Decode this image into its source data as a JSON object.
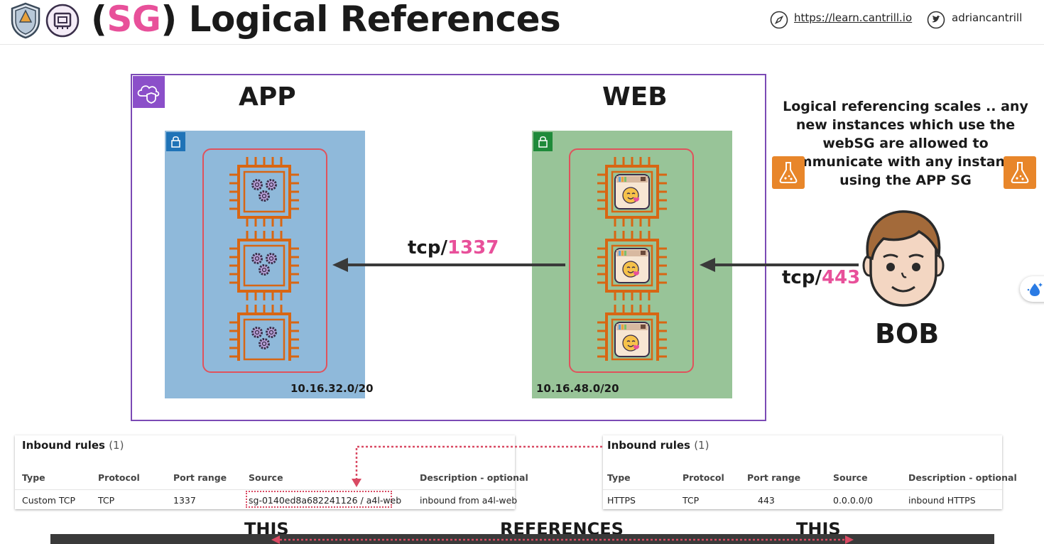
{
  "header": {
    "title_open": "(",
    "title_highlight": "SG",
    "title_rest": ") Logical References",
    "link_url": "https://learn.cantrill.io",
    "twitter_handle": "adriancantrill"
  },
  "diagram": {
    "app_label": "APP",
    "web_label": "WEB",
    "app_cidr": "10.16.32.0/20",
    "web_cidr": "10.16.48.0/20",
    "web_to_app_proto": "tcp/",
    "web_to_app_port": "1337",
    "bob_to_web_proto": "tcp/",
    "bob_to_web_port": "443",
    "bob_label": "BOB",
    "note": "Logical referencing scales .. any new instances which use the webSG are allowed to communicate with any instances using the APP SG"
  },
  "app_rules": {
    "title": "Inbound rules",
    "count": "(1)",
    "headers": [
      "Type",
      "Protocol",
      "Port range",
      "Source",
      "Description - optional"
    ],
    "row": [
      "Custom TCP",
      "TCP",
      "1337",
      "sg-0140ed8a682241126 / a4l-web",
      "inbound from a4l-web"
    ]
  },
  "web_rules": {
    "title": "Inbound rules",
    "count": "(1)",
    "headers": [
      "Type",
      "Protocol",
      "Port range",
      "Source",
      "Description - optional"
    ],
    "row": [
      "HTTPS",
      "TCP",
      "443",
      "0.0.0.0/0",
      "inbound HTTPS"
    ]
  },
  "bottom": {
    "left_word": "THIS",
    "middle_word": "REFERENCES",
    "right_word": "THIS"
  },
  "colors": {
    "accent_pink": "#e8509a",
    "vpc_purple": "#7b4ab5",
    "app_subnet": "#8fb9da",
    "web_subnet": "#98c498",
    "sg_red": "#e0525c",
    "ec2_orange": "#d86613"
  },
  "icons": [
    "shield-logo-icon",
    "ec2-badge-icon",
    "compass-icon",
    "twitter-icon",
    "vpc-icon",
    "lock-icon",
    "gear-icon",
    "web-app-icon",
    "flask-icon",
    "bob-face-icon",
    "droplet-icon"
  ]
}
